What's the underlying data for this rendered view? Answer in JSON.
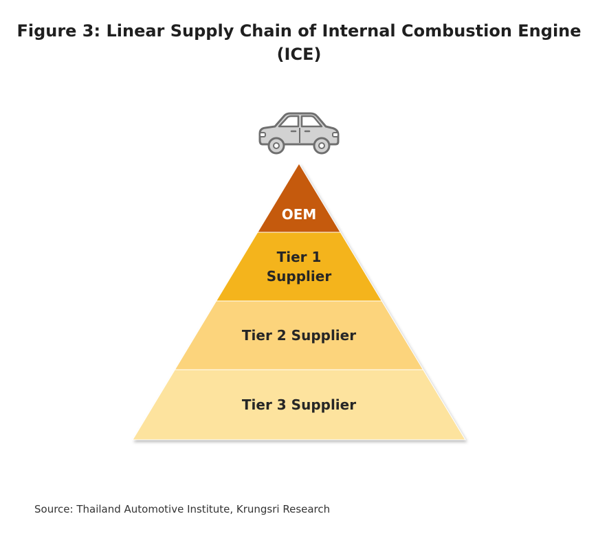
{
  "title": {
    "line1": "Figure 3: Linear Supply Chain of Internal Combustion Engine",
    "line2": "(ICE)"
  },
  "icon": "car-icon",
  "levels": [
    {
      "lines": [
        "OEM"
      ],
      "color": "#c55a11",
      "text_color": "#ffffff"
    },
    {
      "lines": [
        "Tier 1",
        "Supplier"
      ],
      "color": "#f4b41a",
      "text_color": "#262626"
    },
    {
      "lines": [
        "Tier 2 Supplier"
      ],
      "color": "#fcd47c",
      "text_color": "#262626"
    },
    {
      "lines": [
        "Tier 3 Supplier"
      ],
      "color": "#fde39e",
      "text_color": "#262626"
    }
  ],
  "source": "Source: Thailand Automotive Institute, Krungsri Research"
}
